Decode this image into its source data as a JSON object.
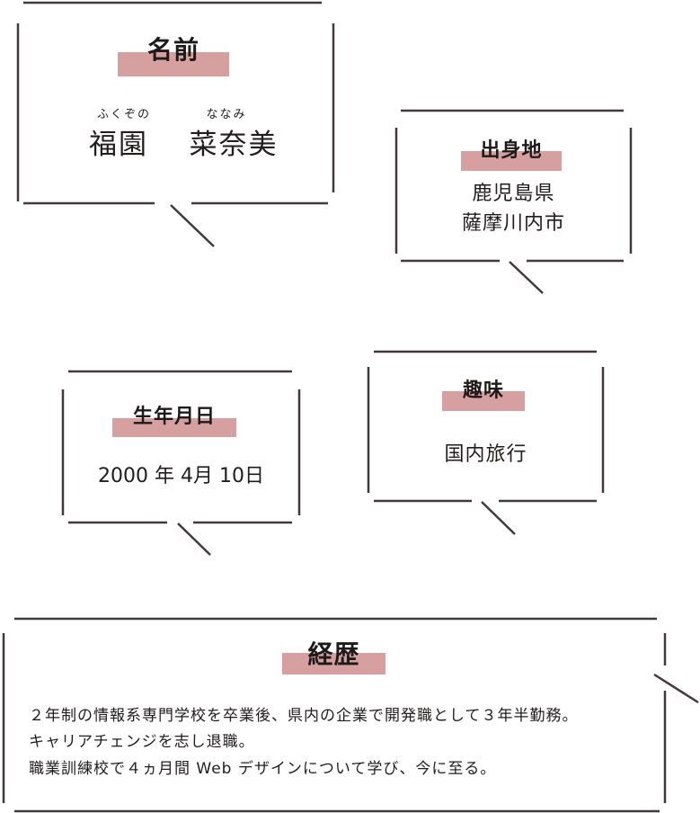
{
  "name_card": {
    "title": "名前",
    "family_ruby": "ふくぞの",
    "given_ruby": "ななみ",
    "family": "福園",
    "given": "菜奈美"
  },
  "birthplace_card": {
    "title": "出身地",
    "line1": "鹿児島県",
    "line2": "薩摩川内市"
  },
  "birthday_card": {
    "title": "生年月日",
    "value": "2000 年 4月 10日"
  },
  "hobby_card": {
    "title": "趣味",
    "value": "国内旅行"
  },
  "career_card": {
    "title": "経歴",
    "lines": [
      "２年制の情報系専門学校を卒業後、県内の企業で開発職として３年半勤務。",
      "キャリアチェンジを志し退職。",
      "職業訓練校で４ヵ月間 Web デザインについて学び、今に至る。"
    ]
  },
  "colors": {
    "highlight": "#d6a0a0",
    "line": "#43383a"
  }
}
